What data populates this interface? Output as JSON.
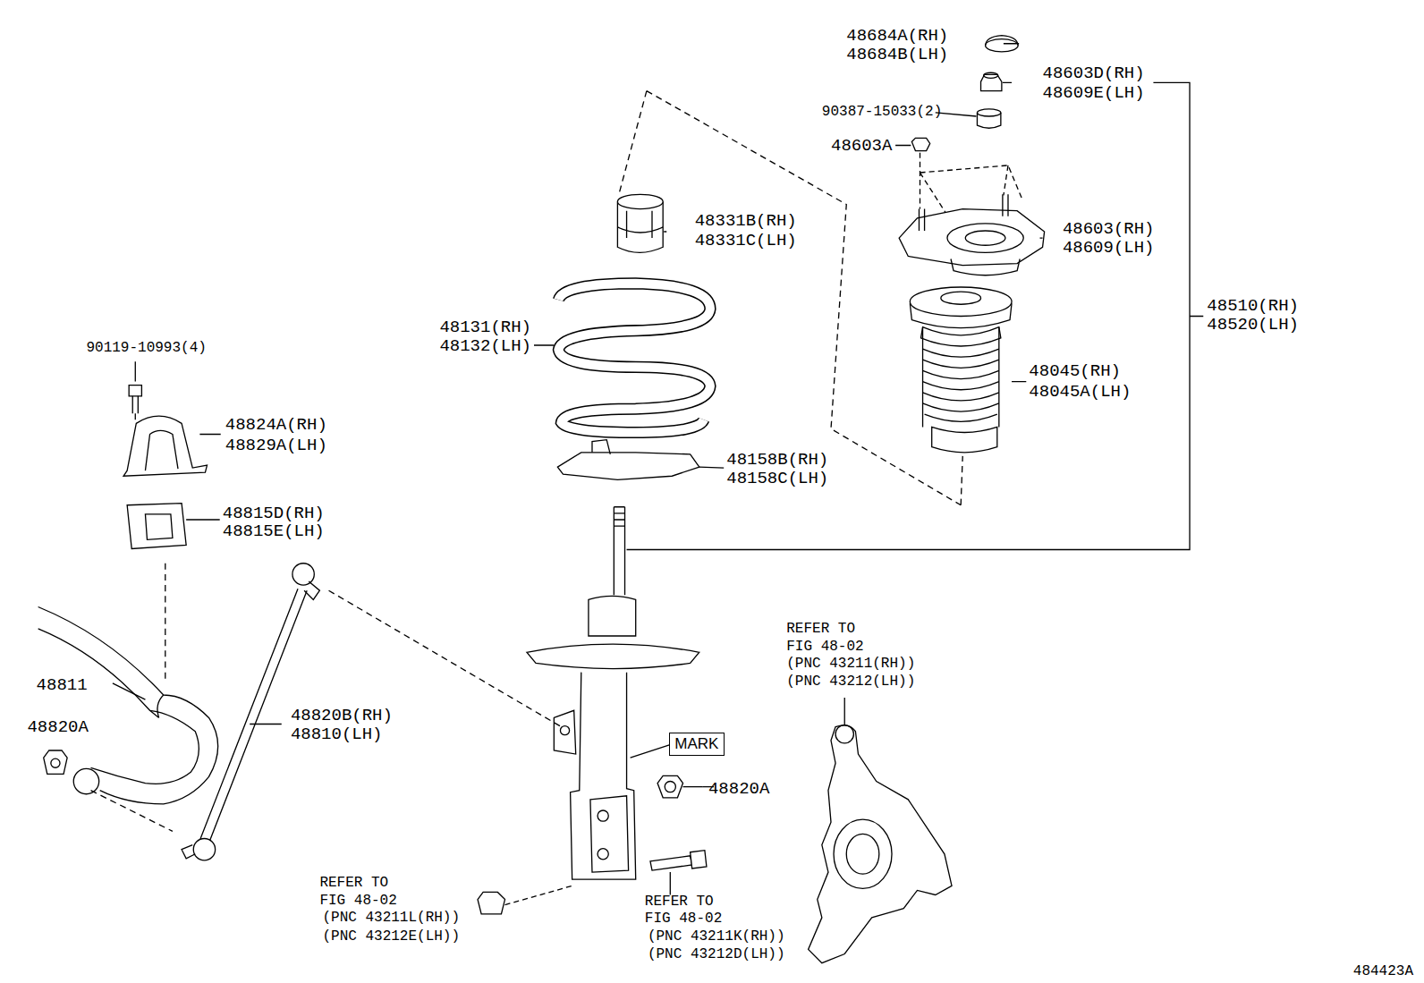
{
  "diagram": {
    "nodes": [
      {
        "text": [
          "MARK"
        ]
      }
    ],
    "labels": [
      "48684A(RH)",
      "48684B(LH)",
      "48603D(RH)",
      "48609E(LH)",
      "90387-15033(2)",
      "48603A",
      "48331B(RH)",
      "48331C(LH)",
      "48603(RH)",
      "48609(LH)",
      "48510(RH)",
      "48520(LH)",
      "48131(RH)",
      "48132(LH)",
      "90119-10993(4)",
      "48045(RH)",
      "48045A(LH)",
      "48824A(RH)",
      "48829A(LH)",
      "48158B(RH)",
      "48158C(LH)",
      "48815D(RH)",
      "48815E(LH)",
      "REFER TO",
      "FIG 48-02",
      "(PNC 43211(RH))",
      "(PNC 43212(LH))",
      "48811",
      "48820B(RH)",
      "48810(LH)",
      "48820A",
      "48820A",
      "REFER TO",
      "FIG 48-02",
      "(PNC 43211L(RH))",
      "(PNC 43212E(LH))",
      "REFER TO",
      "FIG 48-02",
      "(PNC 43211K(RH))",
      "(PNC 43212D(LH))",
      "484423A"
    ]
  }
}
